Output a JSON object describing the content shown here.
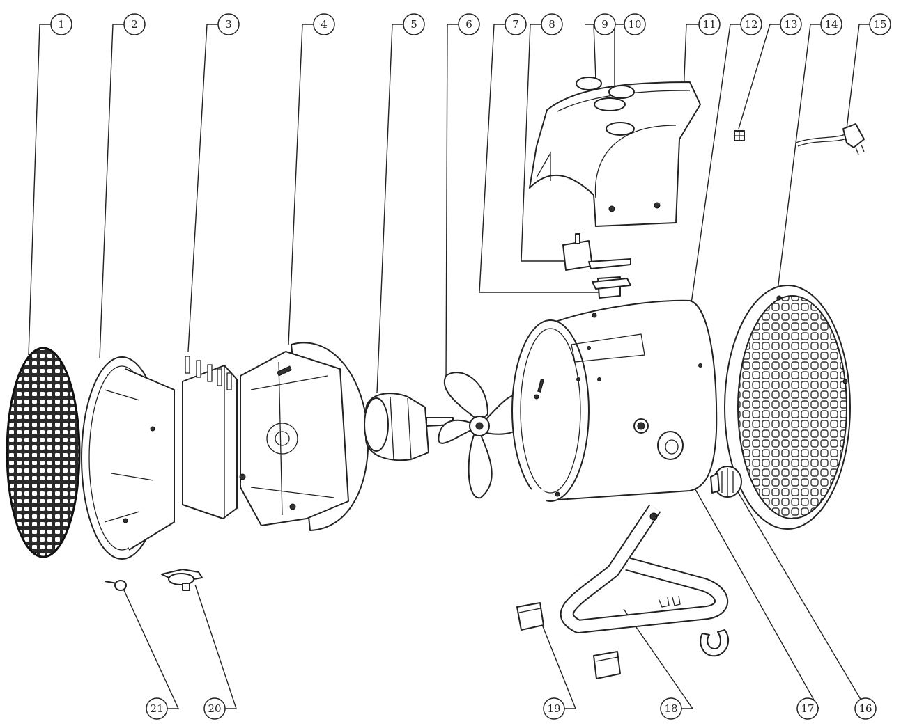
{
  "diagram": {
    "type": "exploded-parts-diagram",
    "callouts": [
      {
        "id": "c1",
        "label": "1"
      },
      {
        "id": "c2",
        "label": "2"
      },
      {
        "id": "c3",
        "label": "3"
      },
      {
        "id": "c4",
        "label": "4"
      },
      {
        "id": "c5",
        "label": "5"
      },
      {
        "id": "c6",
        "label": "6"
      },
      {
        "id": "c7",
        "label": "7"
      },
      {
        "id": "c8",
        "label": "8"
      },
      {
        "id": "c9",
        "label": "9"
      },
      {
        "id": "c10",
        "label": "10"
      },
      {
        "id": "c11",
        "label": "11"
      },
      {
        "id": "c12",
        "label": "12"
      },
      {
        "id": "c13",
        "label": "13"
      },
      {
        "id": "c14",
        "label": "14"
      },
      {
        "id": "c15",
        "label": "15"
      },
      {
        "id": "c16",
        "label": "16"
      },
      {
        "id": "c17",
        "label": "17"
      },
      {
        "id": "c18",
        "label": "18"
      },
      {
        "id": "c19",
        "label": "19"
      },
      {
        "id": "c20",
        "label": "20"
      },
      {
        "id": "c21",
        "label": "21"
      }
    ]
  }
}
